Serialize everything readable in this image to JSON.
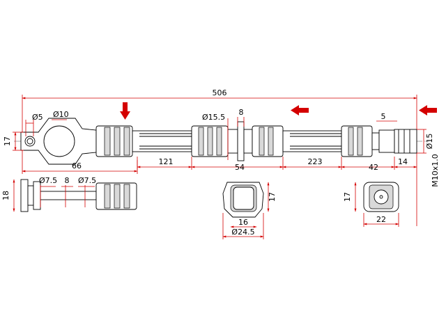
{
  "dimensions": {
    "overall_length": "506",
    "eye_hole": "Ø5",
    "eye_diameter": "Ø10",
    "eye_height": "17",
    "eye_length": "66",
    "eye_side_height": "18",
    "eye_side_d1": "Ø7.5",
    "eye_side_gap": "8",
    "eye_side_d2": "Ø7.5",
    "mid_diameter": "Ø15.5",
    "mid_clip_width": "8",
    "seg_121": "121",
    "seg_54": "54",
    "seg_223": "223",
    "seg_42": "42",
    "seg_14": "14",
    "end_slot": "5",
    "end_diameter": "Ø15",
    "thread": "M10x1.0",
    "mid_section_height": "17",
    "mid_section_width": "16",
    "mid_section_outer": "Ø24.5",
    "end_section_height": "17",
    "end_section_width": "22"
  },
  "markers": [
    "arrow-down",
    "arrow-left",
    "arrow-left"
  ]
}
